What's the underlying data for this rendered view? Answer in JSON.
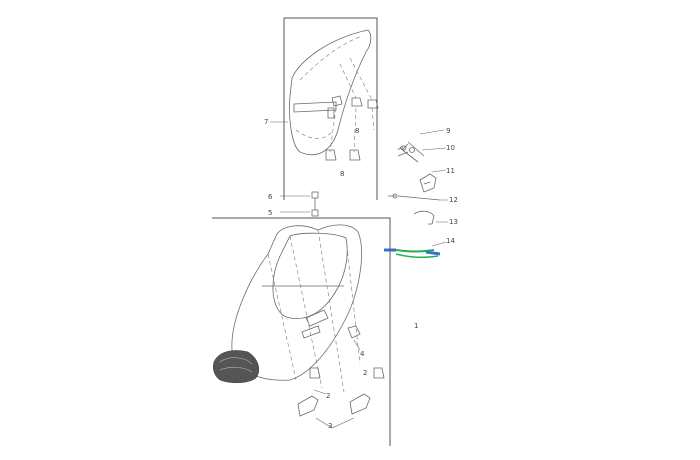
{
  "diagram": {
    "callouts": [
      {
        "id": "label-7",
        "text": "7"
      },
      {
        "id": "label-8a",
        "text": "8"
      },
      {
        "id": "label-8b",
        "text": "8"
      },
      {
        "id": "label-9",
        "text": "9"
      },
      {
        "id": "label-10",
        "text": "10"
      },
      {
        "id": "label-11",
        "text": "11"
      },
      {
        "id": "label-12",
        "text": "12"
      },
      {
        "id": "label-13",
        "text": "13"
      },
      {
        "id": "label-14",
        "text": "14"
      },
      {
        "id": "label-6",
        "text": "6"
      },
      {
        "id": "label-5",
        "text": "5"
      },
      {
        "id": "label-1",
        "text": "1"
      },
      {
        "id": "label-4",
        "text": "4"
      },
      {
        "id": "label-2a",
        "text": "2"
      },
      {
        "id": "label-2b",
        "text": "2"
      },
      {
        "id": "label-3",
        "text": "3"
      }
    ],
    "colors": {
      "line": "#6a6a6a",
      "highlight_cable": "#22b14c",
      "highlight_connector": "#3a6fd8"
    }
  }
}
